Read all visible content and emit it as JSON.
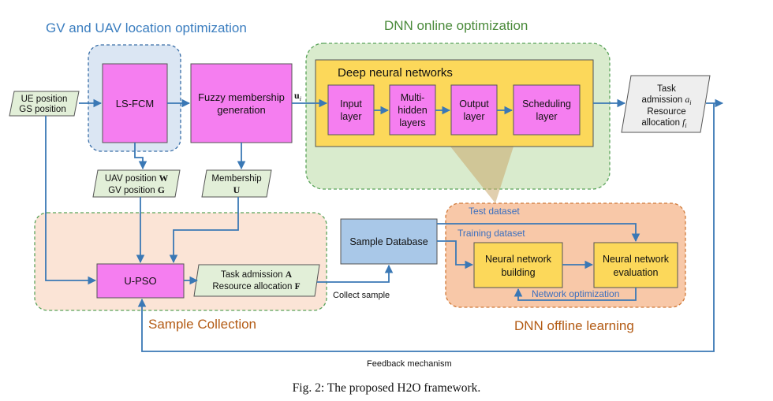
{
  "regions": {
    "gv_uav_title": "GV and UAV location optimization",
    "dnn_online_title": "DNN online optimization",
    "sample_collection_title": "Sample Collection",
    "dnn_offline_title": "DNN offline learning"
  },
  "nodes": {
    "ue_gs_line1": "UE position",
    "ue_gs_line2": "GS position",
    "lsfcm": "LS-FCM",
    "fuzzy_line1": "Fuzzy membership",
    "fuzzy_line2": "generation",
    "u_i": "u",
    "u_i_sub": "i",
    "dnn_header": "Deep neural networks",
    "input_line1": "Input",
    "input_line2": "layer",
    "multi_line1": "Multi-",
    "multi_line2": "hidden",
    "multi_line3": "layers",
    "output_line1": "Output",
    "output_line2": "layer",
    "sched_line1": "Scheduling",
    "sched_line2": "layer",
    "task_out_line1": "Task",
    "task_out_line2a": "admission ",
    "task_out_line2b": "a",
    "task_out_line2c": "i",
    "task_out_line3": "Resource",
    "task_out_line4a": "allocation ",
    "task_out_line4b": "f",
    "task_out_line4c": "i",
    "uav_line1a": "UAV position ",
    "uav_line1b": "W",
    "gv_line2a": "GV position ",
    "gv_line2b": "G",
    "membership_line1": "Membership",
    "membership_line2": "U",
    "upso": "U-PSO",
    "task_adm_a": "Task admission ",
    "task_adm_b": "A",
    "res_alloc_a": "Resource allocation ",
    "res_alloc_b": "F",
    "sample_db": "Sample Database",
    "nn_building_line1": "Neural network",
    "nn_building_line2": "building",
    "nn_eval_line1": "Neural network",
    "nn_eval_line2": "evaluation"
  },
  "edges": {
    "collect_sample": "Collect sample",
    "test_dataset": "Test dataset",
    "training_dataset": "Training dataset",
    "network_optimization": "Network optimization",
    "feedback": "Feedback mechanism"
  },
  "caption": "Fig. 2: The proposed H2O framework.",
  "colors": {
    "blue_line": "#3a78b5",
    "magenta_box": "#f57ef0",
    "yellow_box": "#fcd85a",
    "green_region": "#d9ebcd",
    "blue_region": "#dbe6f3",
    "peach_region": "#fbe4d6",
    "orange_region": "#f8c8a8",
    "light_blue_box": "#a9c8e8",
    "para_green": "#e2efd8",
    "para_gray": "#eeeeee",
    "title_blue": "#3a7dbf",
    "title_green": "#4a8a3a",
    "title_orange": "#b35b14"
  }
}
